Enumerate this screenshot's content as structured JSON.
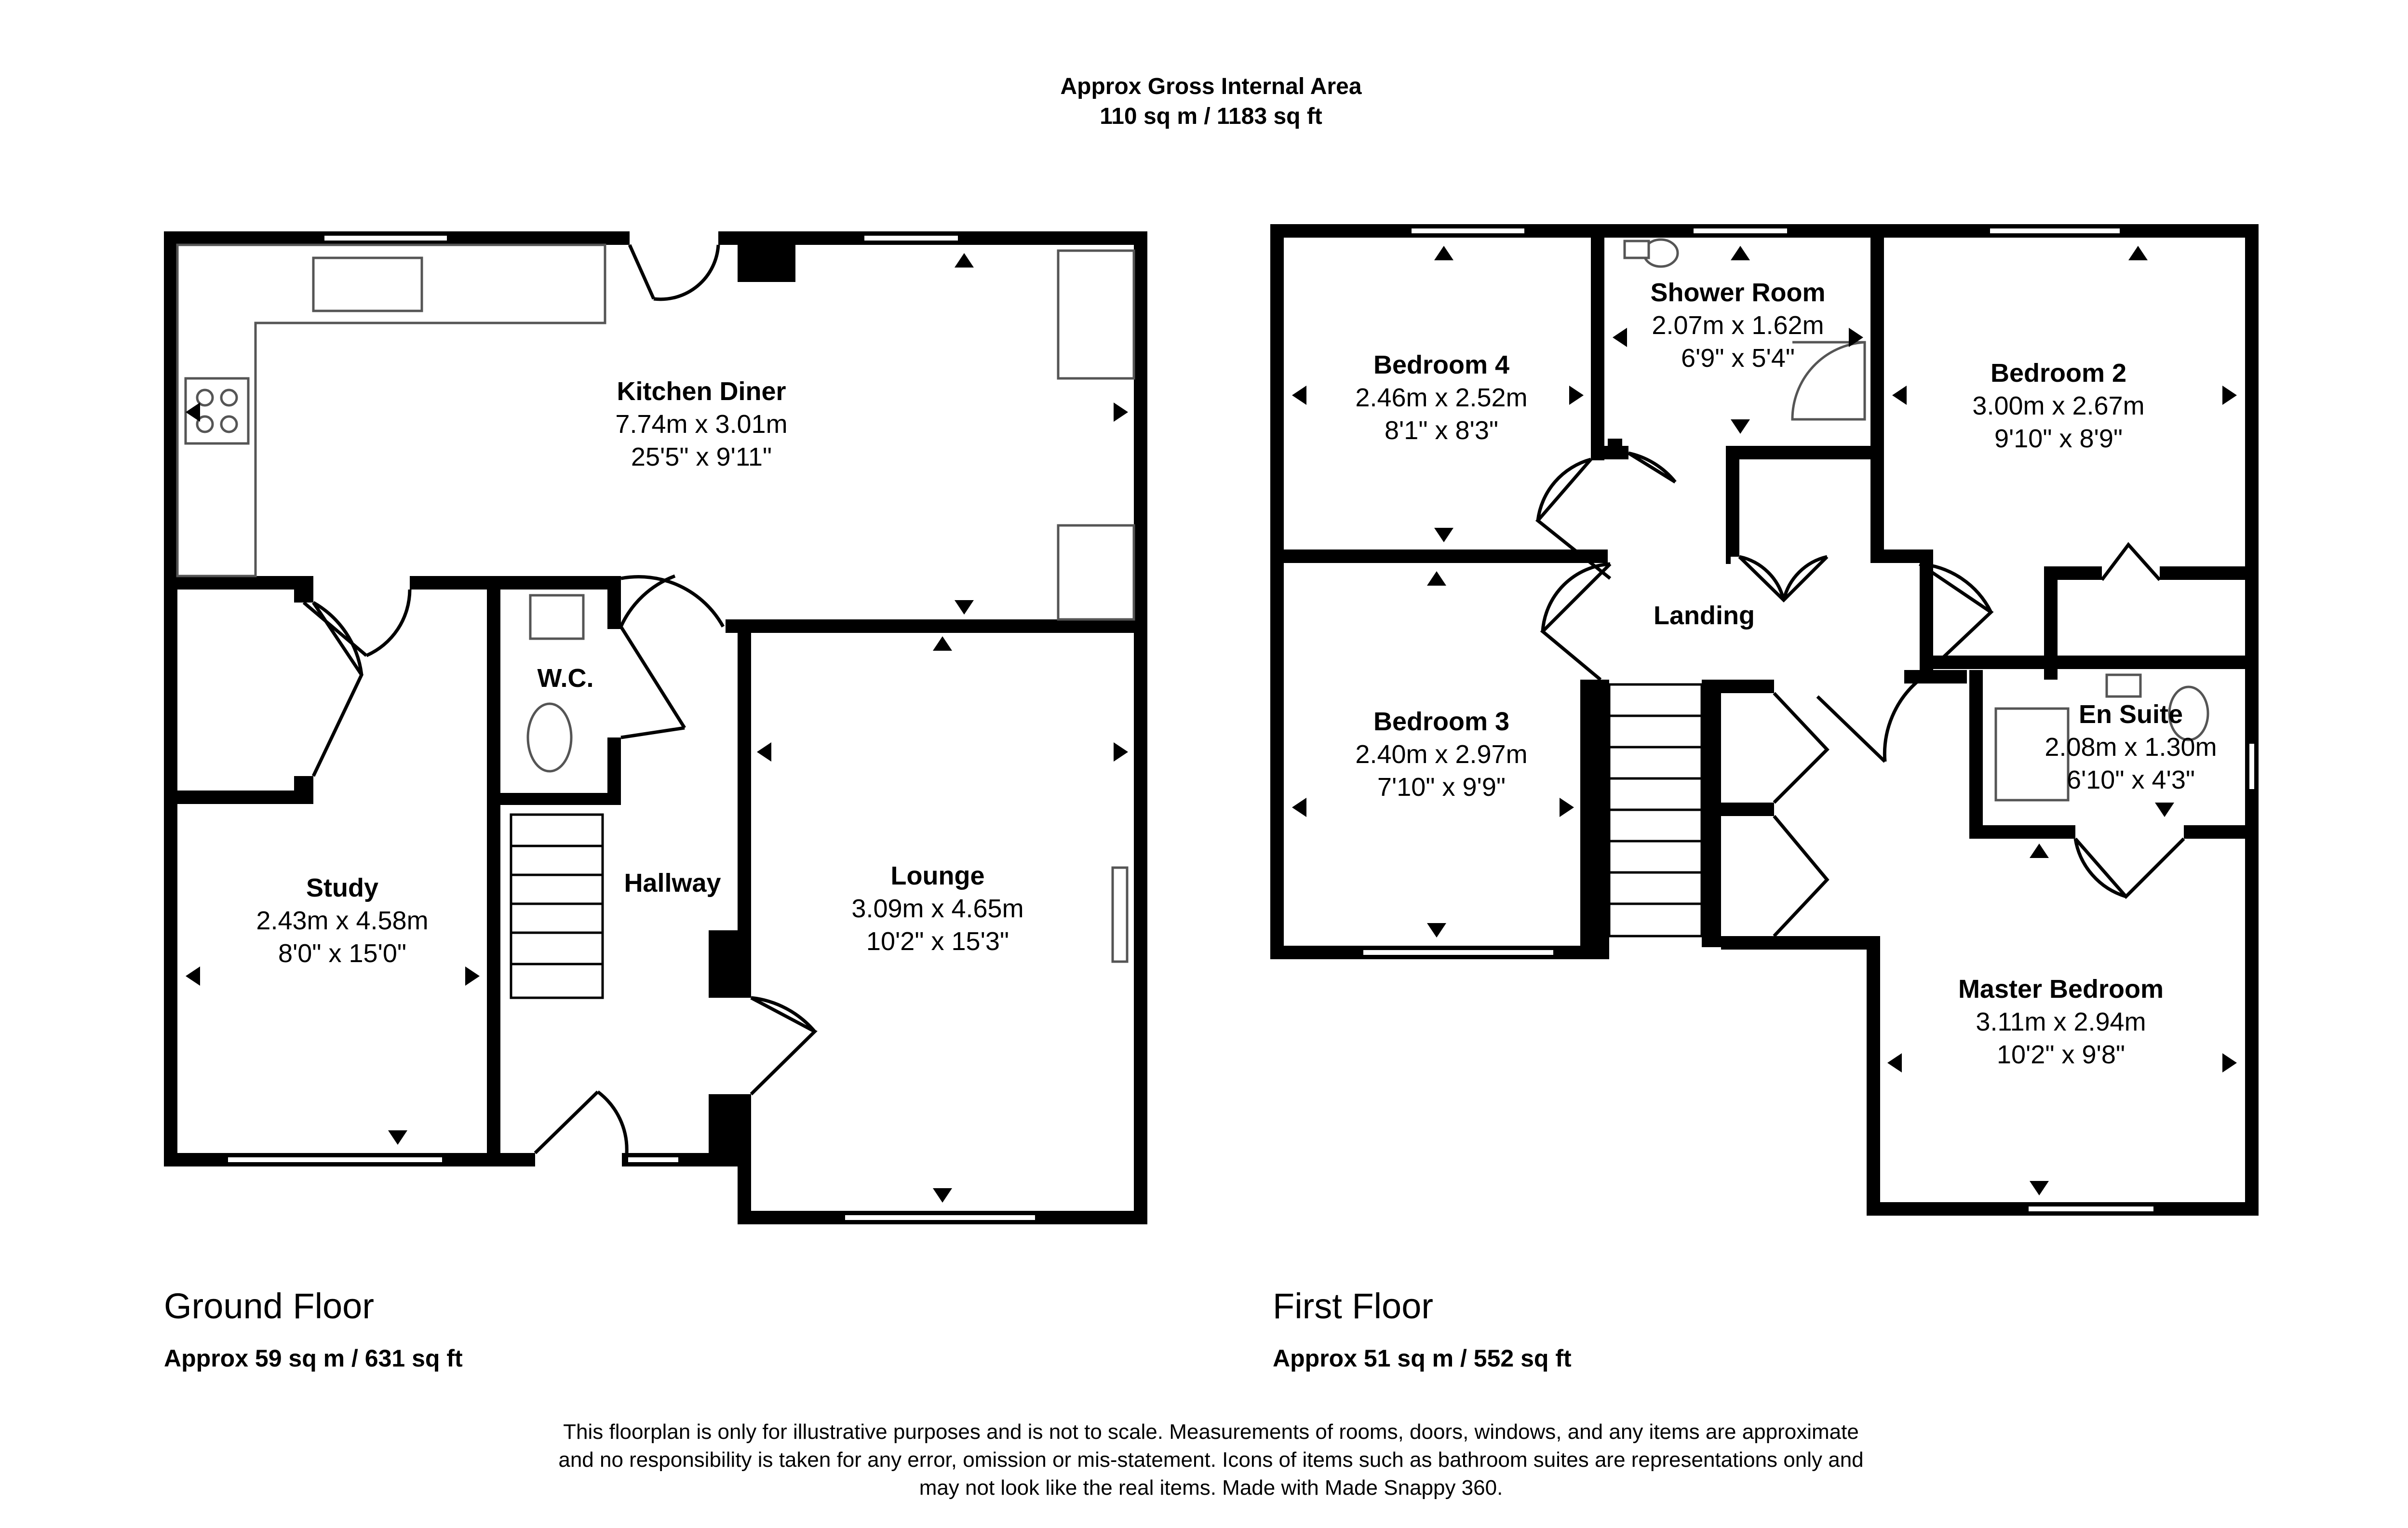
{
  "header": {
    "line1": "Approx Gross Internal Area",
    "line2": "110 sq m / 1183 sq ft"
  },
  "ground_floor": {
    "title": "Ground Floor",
    "area": "Approx 59 sq m / 631 sq ft",
    "rooms": {
      "kitchen": {
        "name": "Kitchen Diner",
        "metric": "7.74m x 3.01m",
        "imperial": "25'5\" x 9'11\""
      },
      "lounge": {
        "name": "Lounge",
        "metric": "3.09m x 4.65m",
        "imperial": "10'2\" x 15'3\""
      },
      "study": {
        "name": "Study",
        "metric": "2.43m x 4.58m",
        "imperial": "8'0\" x 15'0\""
      },
      "wc": {
        "name": "W.C."
      },
      "hallway": {
        "name": "Hallway"
      }
    }
  },
  "first_floor": {
    "title": "First Floor",
    "area": "Approx 51 sq m / 552 sq ft",
    "rooms": {
      "bedroom4": {
        "name": "Bedroom 4",
        "metric": "2.46m x 2.52m",
        "imperial": "8'1\" x 8'3\""
      },
      "shower": {
        "name": "Shower Room",
        "metric": "2.07m x 1.62m",
        "imperial": "6'9\" x 5'4\""
      },
      "bedroom2": {
        "name": "Bedroom 2",
        "metric": "3.00m x 2.67m",
        "imperial": "9'10\" x 8'9\""
      },
      "bedroom3": {
        "name": "Bedroom 3",
        "metric": "2.40m x 2.97m",
        "imperial": "7'10\" x 9'9\""
      },
      "landing": {
        "name": "Landing"
      },
      "ensuite": {
        "name": "En Suite",
        "metric": "2.08m x 1.30m",
        "imperial": "6'10\" x 4'3\""
      },
      "master": {
        "name": "Master Bedroom",
        "metric": "3.11m x 2.94m",
        "imperial": "10'2\" x 9'8\""
      }
    }
  },
  "disclaimer": {
    "line1": "This floorplan is only for illustrative purposes and is not to scale. Measurements of rooms, doors, windows, and any items are approximate",
    "line2": "and no responsibility is taken for any error, omission or mis-statement. Icons of items such as bathroom suites are representations only and",
    "line3": "may not look like the real items. Made with Made Snappy 360."
  }
}
